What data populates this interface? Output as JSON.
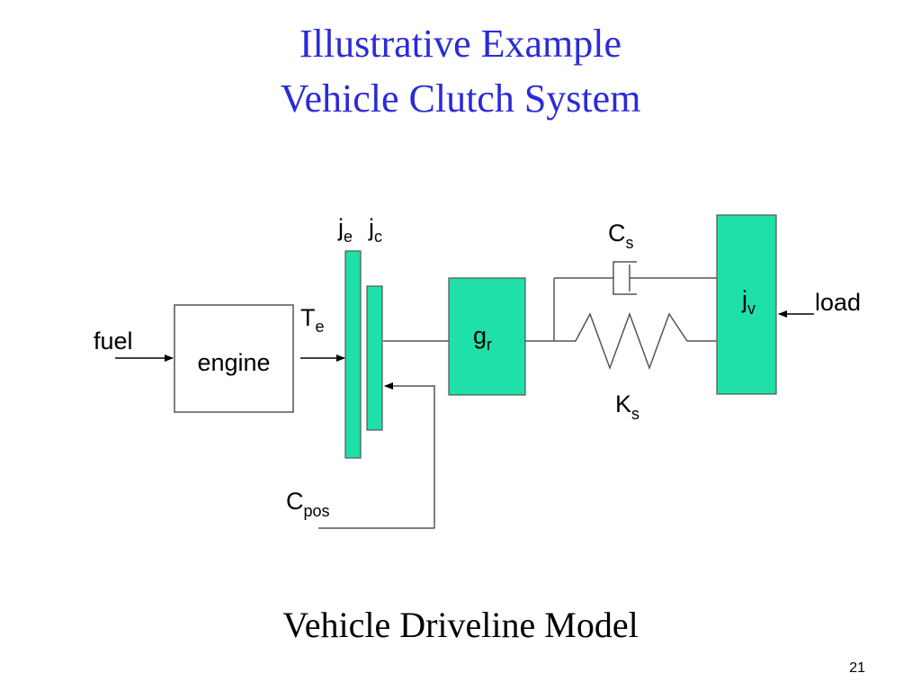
{
  "slide": {
    "title_line1": "Illustrative Example",
    "title_line2": "Vehicle Clutch System",
    "caption": "Vehicle Driveline Model",
    "page_number": "21"
  },
  "diagram": {
    "labels": {
      "fuel": "fuel",
      "engine": "engine",
      "te_main": "T",
      "te_sub": "e",
      "je_main": "j",
      "je_sub": "e",
      "jc_main": "j",
      "jc_sub": "c",
      "cpos_main": "C",
      "cpos_sub": "pos",
      "gr_main": "g",
      "gr_sub": "r",
      "cs_main": "C",
      "cs_sub": "s",
      "ks_main": "K",
      "ks_sub": "s",
      "jv_main": "j",
      "jv_sub": "v",
      "load": "load"
    },
    "colors": {
      "title": "#2b2bd6",
      "component_fill": "#1fe0a8",
      "line": "#555555"
    }
  }
}
